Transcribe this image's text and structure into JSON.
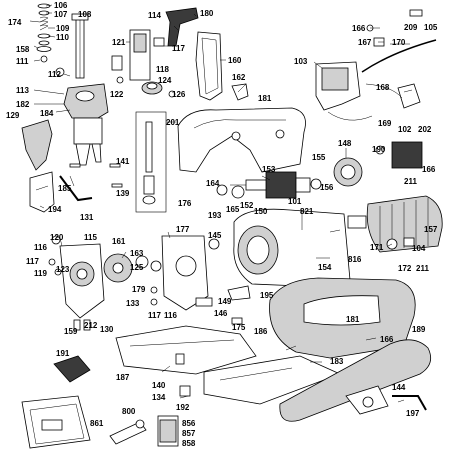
{
  "labels": {
    "l106": "106",
    "l107": "107",
    "l108": "108",
    "l174": "174",
    "l109": "109",
    "l110": "110",
    "l158": "158",
    "l111": "111",
    "l112": "112",
    "l113": "113",
    "l182": "182",
    "l184": "184",
    "l129": "129",
    "l185": "185",
    "l194": "194",
    "l131": "131",
    "l114": "114",
    "l180": "180",
    "l121": "121",
    "l117a": "117",
    "l118": "118",
    "l124": "124",
    "l122": "122",
    "l126": "126",
    "l160": "160",
    "l162": "162",
    "l181a": "181",
    "l141": "141",
    "l139": "139",
    "l201": "201",
    "l176": "176",
    "l164": "164",
    "l209": "209",
    "l166a": "166",
    "l167": "167",
    "l170": "170",
    "l105": "105",
    "l103": "103",
    "l168": "168",
    "l169": "169",
    "l102": "102",
    "l202": "202",
    "l153": "153",
    "l155": "155",
    "l148": "148",
    "l190": "190",
    "l156": "156",
    "l166b": "166",
    "l211a": "211",
    "l193": "193",
    "l165": "165",
    "l152": "152",
    "l150": "150",
    "l101": "101",
    "l821": "821",
    "l157": "157",
    "l816": "816",
    "l154": "154",
    "l171": "171",
    "l104": "104",
    "l172": "172",
    "l211b": "211",
    "l120": "120",
    "l115": "115",
    "l116a": "116",
    "l117b": "117",
    "l119": "119",
    "l123": "123",
    "l161": "161",
    "l163": "163",
    "l125": "125",
    "l177": "177",
    "l145": "145",
    "l179": "179",
    "l133": "133",
    "l117c": "117",
    "l116b": "116",
    "l149": "149",
    "l195": "195",
    "l146": "146",
    "l175": "175",
    "l186": "186",
    "l159": "159",
    "l212": "212",
    "l130": "130",
    "l181b": "181",
    "l189": "189",
    "l166c": "166",
    "l183": "183",
    "l191": "191",
    "l187": "187",
    "l140": "140",
    "l134": "134",
    "l192": "192",
    "l144": "144",
    "l197": "197",
    "l861": "861",
    "l800": "800",
    "l856": "856",
    "l857": "857",
    "l858": "858"
  },
  "colors": {
    "ink": "#000000",
    "paper": "#ffffff",
    "shade": "#d0d0d0",
    "dark": "#3a3a3a"
  }
}
